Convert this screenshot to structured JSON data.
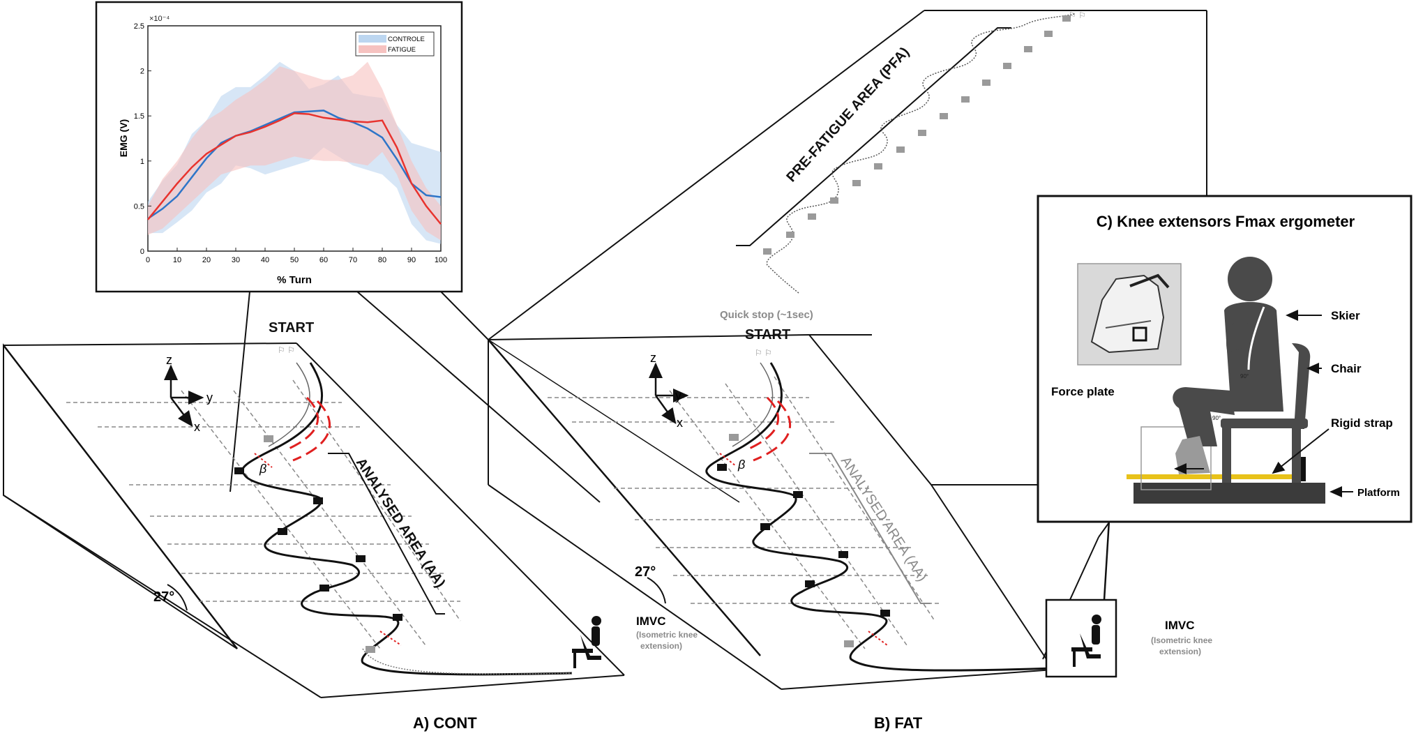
{
  "colors": {
    "control_line": "#2e75c8",
    "control_band": "#bcd6f0",
    "fatigue_line": "#e8332e",
    "fatigue_band": "#f6c2c0",
    "guide_red": "#e02020",
    "dark_figure": "#4a4a4a",
    "gate_black": "#111111",
    "gate_grey": "#9a9a9a",
    "strap_yellow": "#e8c21a",
    "muted_text": "#8a8a8a"
  },
  "chart_data": {
    "type": "line",
    "ylabel": "EMG (V)",
    "xlabel": "% Turn",
    "y_exponent": "×10⁻⁴",
    "xlim": [
      0,
      100
    ],
    "ylim": [
      0,
      2.5
    ],
    "xticks": [
      "0",
      "10",
      "20",
      "30",
      "40",
      "50",
      "60",
      "70",
      "80",
      "90",
      "100"
    ],
    "yticks": [
      "0",
      "0.5",
      "1",
      "1.5",
      "2",
      "2.5"
    ],
    "legend_position": "top-right",
    "x": [
      0,
      5,
      10,
      15,
      20,
      25,
      30,
      35,
      40,
      45,
      50,
      55,
      60,
      65,
      70,
      75,
      80,
      85,
      90,
      95,
      100
    ],
    "series": [
      {
        "name": "CONTROLE",
        "values": [
          0.36,
          0.47,
          0.61,
          0.82,
          1.03,
          1.2,
          1.28,
          1.33,
          1.4,
          1.47,
          1.54,
          1.55,
          1.56,
          1.48,
          1.43,
          1.36,
          1.26,
          1.02,
          0.75,
          0.62,
          0.6
        ],
        "band_upper": [
          0.55,
          0.78,
          0.96,
          1.3,
          1.45,
          1.72,
          1.82,
          1.82,
          1.95,
          2.1,
          2.0,
          1.8,
          1.85,
          1.95,
          1.75,
          1.72,
          1.7,
          1.4,
          1.2,
          1.15,
          1.1
        ],
        "band_lower": [
          0.2,
          0.2,
          0.32,
          0.45,
          0.65,
          0.75,
          0.95,
          0.92,
          0.85,
          0.9,
          0.95,
          1.0,
          1.15,
          1.05,
          0.95,
          0.9,
          0.85,
          0.7,
          0.3,
          0.12,
          0.08
        ]
      },
      {
        "name": "FATIGUE",
        "values": [
          0.35,
          0.55,
          0.75,
          0.93,
          1.08,
          1.18,
          1.28,
          1.32,
          1.38,
          1.45,
          1.53,
          1.52,
          1.48,
          1.46,
          1.44,
          1.43,
          1.45,
          1.15,
          0.75,
          0.5,
          0.3
        ],
        "band_upper": [
          0.5,
          0.8,
          1.0,
          1.25,
          1.45,
          1.55,
          1.68,
          1.78,
          1.9,
          2.05,
          2.0,
          1.95,
          1.9,
          1.9,
          1.95,
          2.1,
          1.8,
          1.4,
          1.0,
          0.7,
          0.5
        ],
        "band_lower": [
          0.18,
          0.25,
          0.4,
          0.55,
          0.7,
          0.85,
          0.9,
          0.95,
          0.95,
          1.0,
          1.05,
          1.02,
          1.0,
          1.0,
          0.98,
          0.95,
          1.1,
          0.85,
          0.45,
          0.22,
          0.12
        ]
      }
    ]
  },
  "panel_a": {
    "caption": "A) CONT",
    "start_label": "START",
    "area_label": "ANALYSED AREA (AA)",
    "slope_angle": "27°",
    "imvc_label": "IMVC",
    "imvc_sub_1": "(Isometric knee",
    "imvc_sub_2": "extension)",
    "axis_z": "z",
    "axis_y": "y",
    "axis_x": "x",
    "beta": "β"
  },
  "panel_b": {
    "caption": "B) FAT",
    "start_label": "START",
    "area_label": "ANALYSED AREA (AA)",
    "pfa_label": "PRE-FATIGUE AREA (PFA)",
    "quick_stop": "Quick stop (~1sec)",
    "slope_angle": "27°",
    "imvc_label": "IMVC",
    "imvc_sub_1": "(Isometric knee",
    "imvc_sub_2": "extension)",
    "axis_z": "z",
    "axis_y": "y",
    "axis_x": "x",
    "beta": "β"
  },
  "panel_c": {
    "title": "C) Knee extensors Fmax ergometer",
    "skier": "Skier",
    "chair": "Chair",
    "rigid_strap": "Rigid strap",
    "platform": "Platform",
    "force_plate": "Force plate",
    "angle_90_a": "90°",
    "angle_90_b": "90°"
  }
}
